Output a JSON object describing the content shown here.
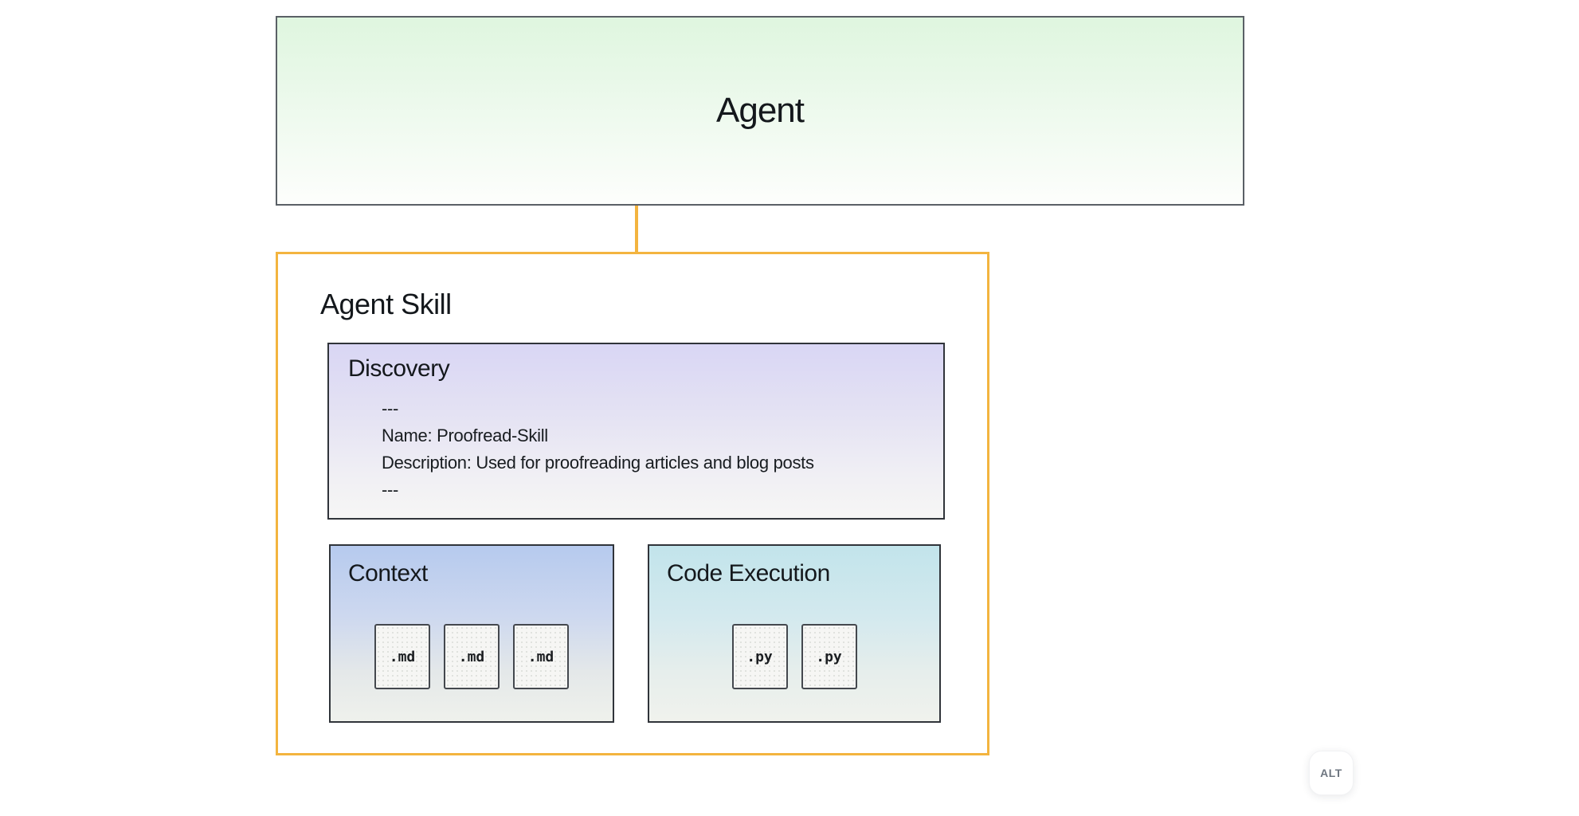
{
  "diagram": {
    "agent": {
      "label": "Agent"
    },
    "skill": {
      "title": "Agent Skill",
      "discovery": {
        "title": "Discovery",
        "lines": [
          "---",
          "Name: Proofread-Skill",
          "Description: Used for proofreading articles and blog posts",
          "---"
        ]
      },
      "context": {
        "title": "Context",
        "files": [
          ".md",
          ".md",
          ".md"
        ]
      },
      "code_execution": {
        "title": "Code Execution",
        "files": [
          ".py",
          ".py"
        ]
      }
    },
    "colors": {
      "accent_orange": "#f3b43f",
      "agent_green_top": "#dff6df",
      "discovery_purple_top": "#d9d6f4",
      "context_blue_top": "#b6caee",
      "code_teal_top": "#c2e4eb",
      "box_border_dark": "#30343a",
      "agent_border_gray": "#5a6066"
    }
  },
  "alt_badge": {
    "label": "ALT"
  }
}
